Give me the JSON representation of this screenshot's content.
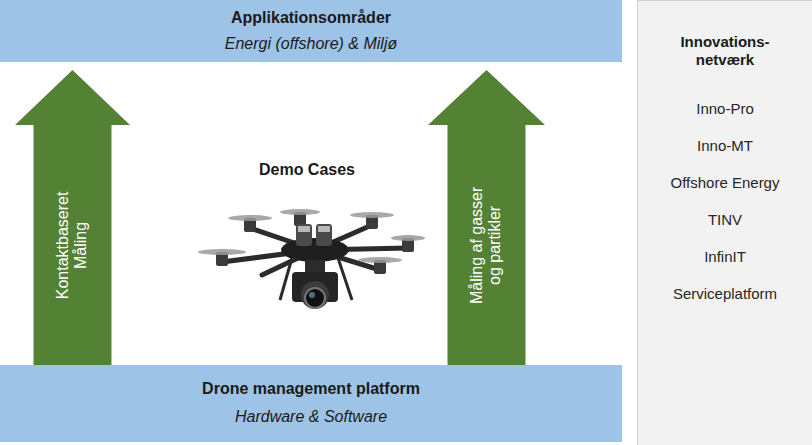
{
  "diagram": {
    "nodes": [
      {
        "text": [
          "Applikationsområder",
          "Energi (offshore) & Miljø"
        ]
      },
      {
        "text": [
          "Kontaktbaseret Måling"
        ]
      },
      {
        "text": [
          "Måling af gasser og partikler"
        ]
      },
      {
        "text": [
          "Drone management platform",
          "Hardware & Software"
        ]
      },
      {
        "text": [
          "Innovations- netværk",
          "Inno-Pro",
          "Inno-MT",
          "Offshore Energy",
          "TINV",
          "InfinIT",
          "Serviceplatform"
        ]
      }
    ],
    "labels": [
      "Demo Cases"
    ]
  }
}
